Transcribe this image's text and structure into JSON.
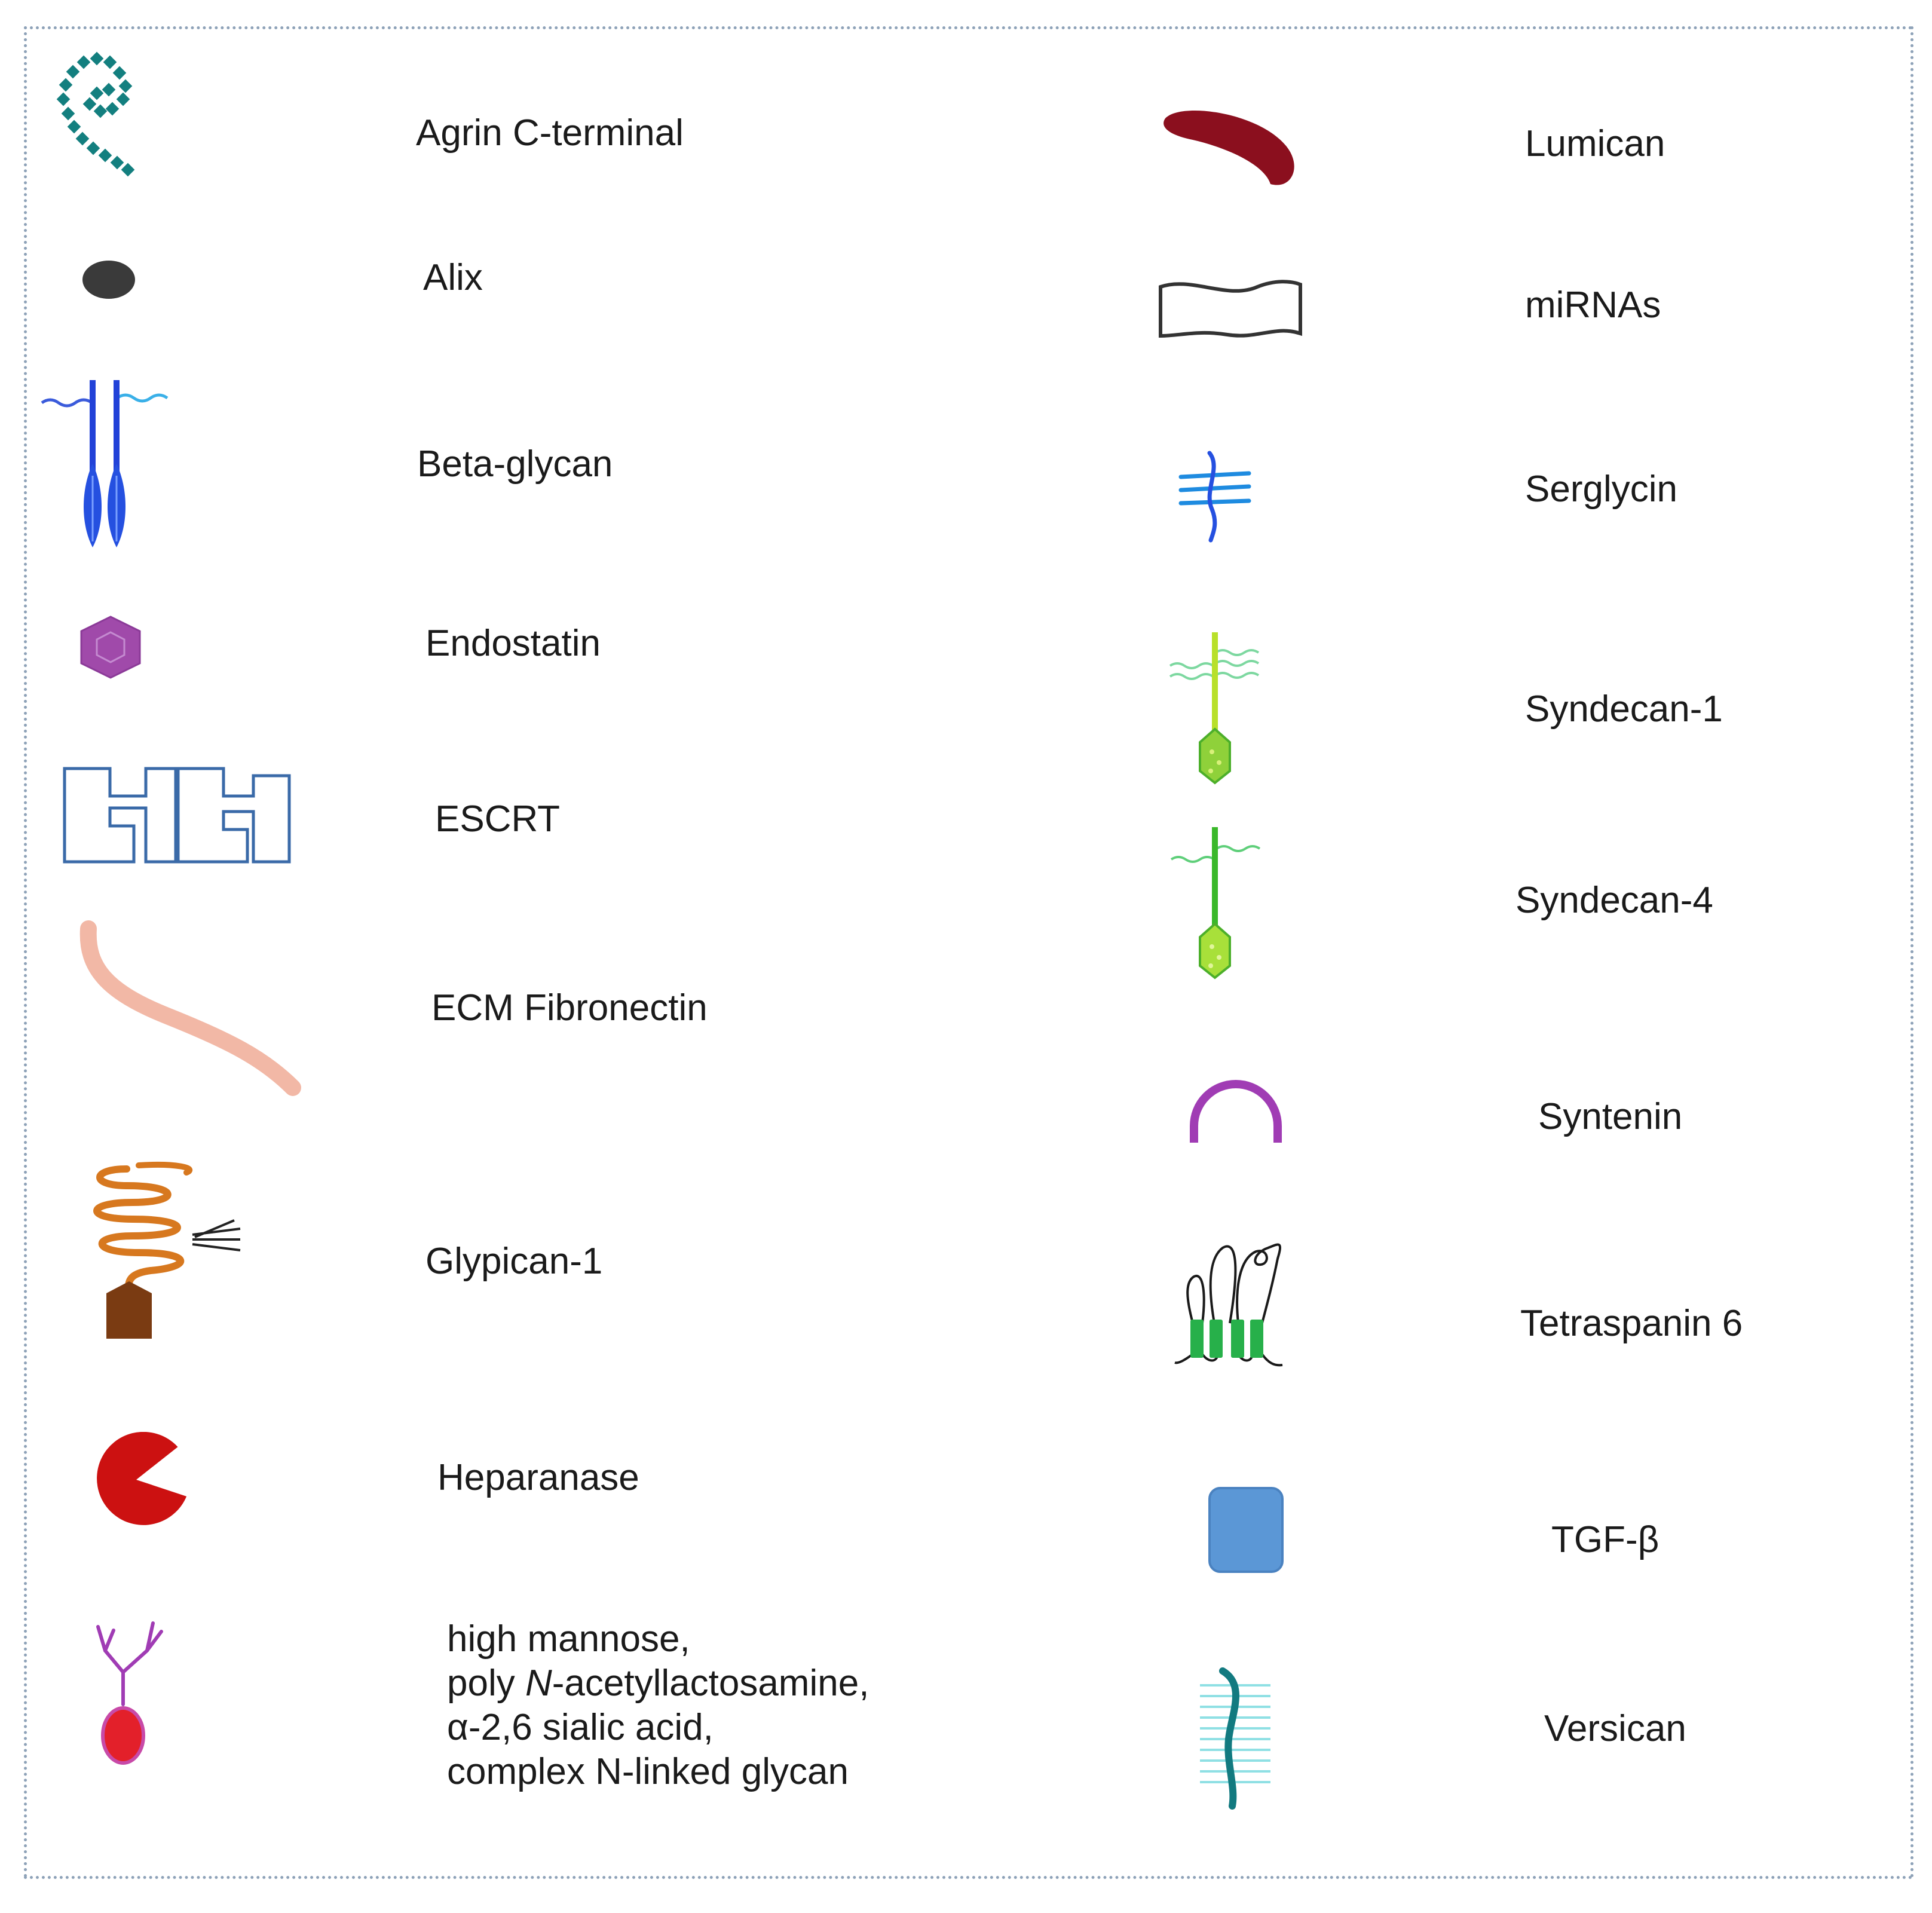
{
  "left_column": [
    {
      "id": "agrin",
      "label": "Agrin  C-terminal",
      "icon": "agrin-bead-chain-icon",
      "color": "#137f7f"
    },
    {
      "id": "alix",
      "label": "Alix",
      "icon": "alix-oval-icon",
      "color": "#3a3a3a"
    },
    {
      "id": "betaglycan",
      "label": "Beta-glycan",
      "icon": "beta-glycan-icon",
      "color": "#2550e0"
    },
    {
      "id": "endostatin",
      "label": "Endostatin",
      "icon": "endostatin-hexagon-icon",
      "color": "#a04aaa"
    },
    {
      "id": "escrt",
      "label": "ESCRT",
      "icon": "escrt-complex-icon",
      "color": "#3a6aa8"
    },
    {
      "id": "fibronectin",
      "label": "ECM Fibronectin",
      "icon": "fibronectin-strand-icon",
      "color": "#f2b8a6"
    },
    {
      "id": "glypican",
      "label": "Glypican-1",
      "icon": "glypican-1-icon",
      "color": "#d7781f"
    },
    {
      "id": "heparanase",
      "label": "Heparanase",
      "icon": "heparanase-pacman-icon",
      "color": "#cc1111"
    },
    {
      "id": "glycan",
      "label_lines": [
        "high  mannose,",
        "poly ",
        "-acetyllactosamine,",
        "α-2,6 sialic acid,",
        "complex N-linked  glycan"
      ],
      "italic": "N",
      "icon": "glycan-tree-icon",
      "color": "#e3202a"
    }
  ],
  "right_column": [
    {
      "id": "lumican",
      "label": "Lumican",
      "icon": "lumican-bean-icon",
      "color": "#8b0f1e"
    },
    {
      "id": "mirnas",
      "label": "miRNAs",
      "icon": "mirna-ribbon-icon",
      "color": "#333333"
    },
    {
      "id": "serglycin",
      "label": "Serglycin",
      "icon": "serglycin-icon",
      "color": "#1e8be0"
    },
    {
      "id": "syndecan1",
      "label": "Syndecan-1",
      "icon": "syndecan-1-icon",
      "color": "#8fd13a"
    },
    {
      "id": "syndecan4",
      "label": "Syndecan-4",
      "icon": "syndecan-4-icon",
      "color": "#5cc83a"
    },
    {
      "id": "syntenin",
      "label": "Syntenin",
      "icon": "syntenin-arc-icon",
      "color": "#a03cb4"
    },
    {
      "id": "tetraspanin",
      "label": "Tetraspanin  6",
      "icon": "tetraspanin-6-icon",
      "color": "#27b04a"
    },
    {
      "id": "tgfb",
      "label": "TGF-β",
      "icon": "tgf-beta-square-icon",
      "color": "#5b97d6"
    },
    {
      "id": "versican",
      "label": "Versican",
      "icon": "versican-icon",
      "color": "#1aa0a6"
    }
  ]
}
